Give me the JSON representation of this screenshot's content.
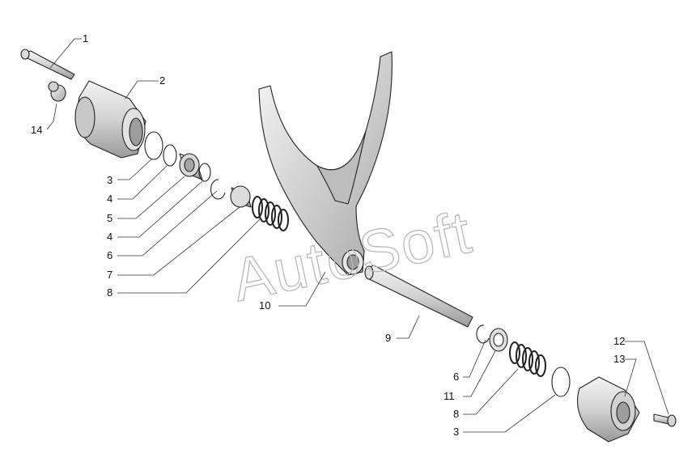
{
  "watermark": "AutoSoft",
  "callouts": {
    "c1": "1",
    "c2": "2",
    "c14": "14",
    "c3a": "3",
    "c4a": "4",
    "c5": "5",
    "c4b": "4",
    "c6a": "6",
    "c7": "7",
    "c8a": "8",
    "c10": "10",
    "c9": "9",
    "c12": "12",
    "c13": "13",
    "c6b": "6",
    "c11": "11",
    "c8b": "8",
    "c3b": "3"
  }
}
